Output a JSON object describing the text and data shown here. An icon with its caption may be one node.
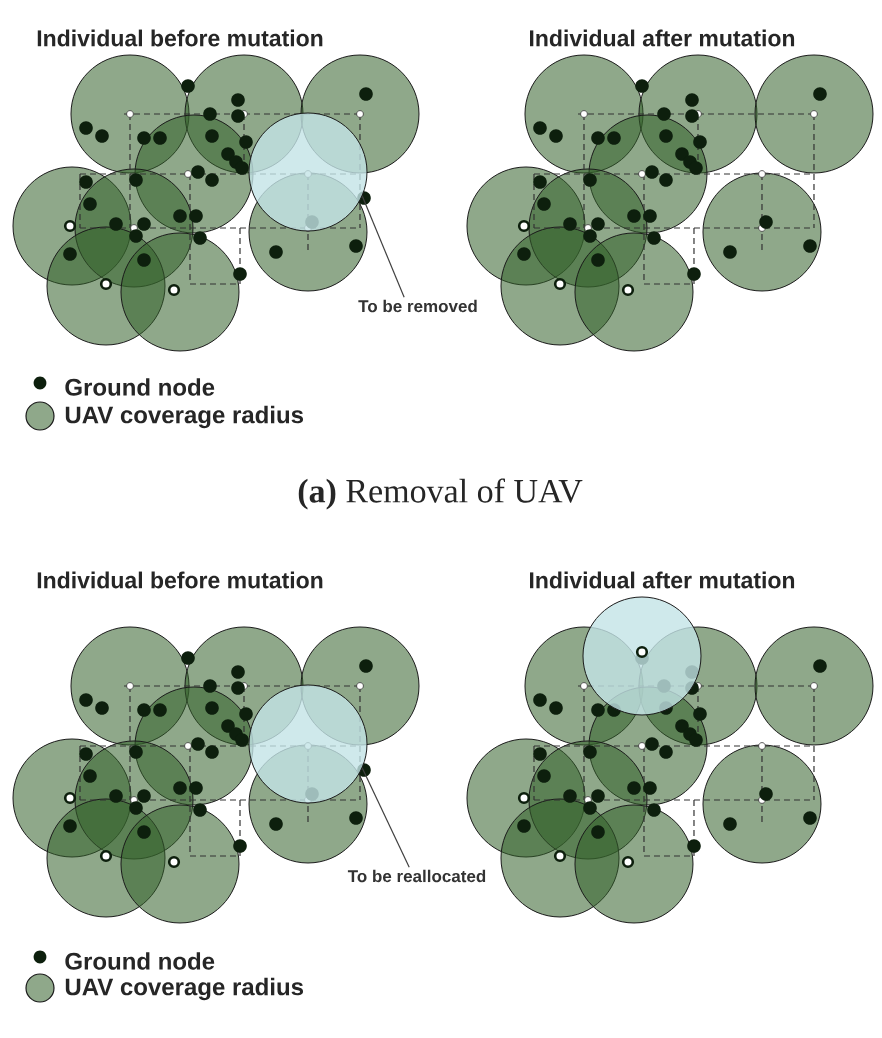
{
  "diagram": {
    "caption": "**(a)** Removal of UAV",
    "nodes": [
      {
        "text": [
          "To be removed"
        ]
      },
      {
        "text": [],
        "shape": "circle"
      },
      {
        "text": [
          "To be reallocated"
        ]
      },
      {
        "text": [],
        "shape": "circle"
      },
      {
        "text": [],
        "shape": "circle"
      }
    ],
    "edges": [
      {
        "from": 0,
        "to": 1,
        "arrow": "none"
      },
      {
        "from": 2,
        "to": 3,
        "arrow": "none"
      }
    ],
    "labels": [
      "Individual before mutation",
      "Individual after mutation",
      "Individual before mutation",
      "Individual after mutation"
    ],
    "legend": [
      {
        "text": "Ground node"
      },
      {
        "text": "UAV coverage radius",
        "color": "#8fa88a"
      },
      {
        "text": "Ground node"
      },
      {
        "text": "UAV coverage radius",
        "color": "#8fa88a"
      }
    ]
  }
}
